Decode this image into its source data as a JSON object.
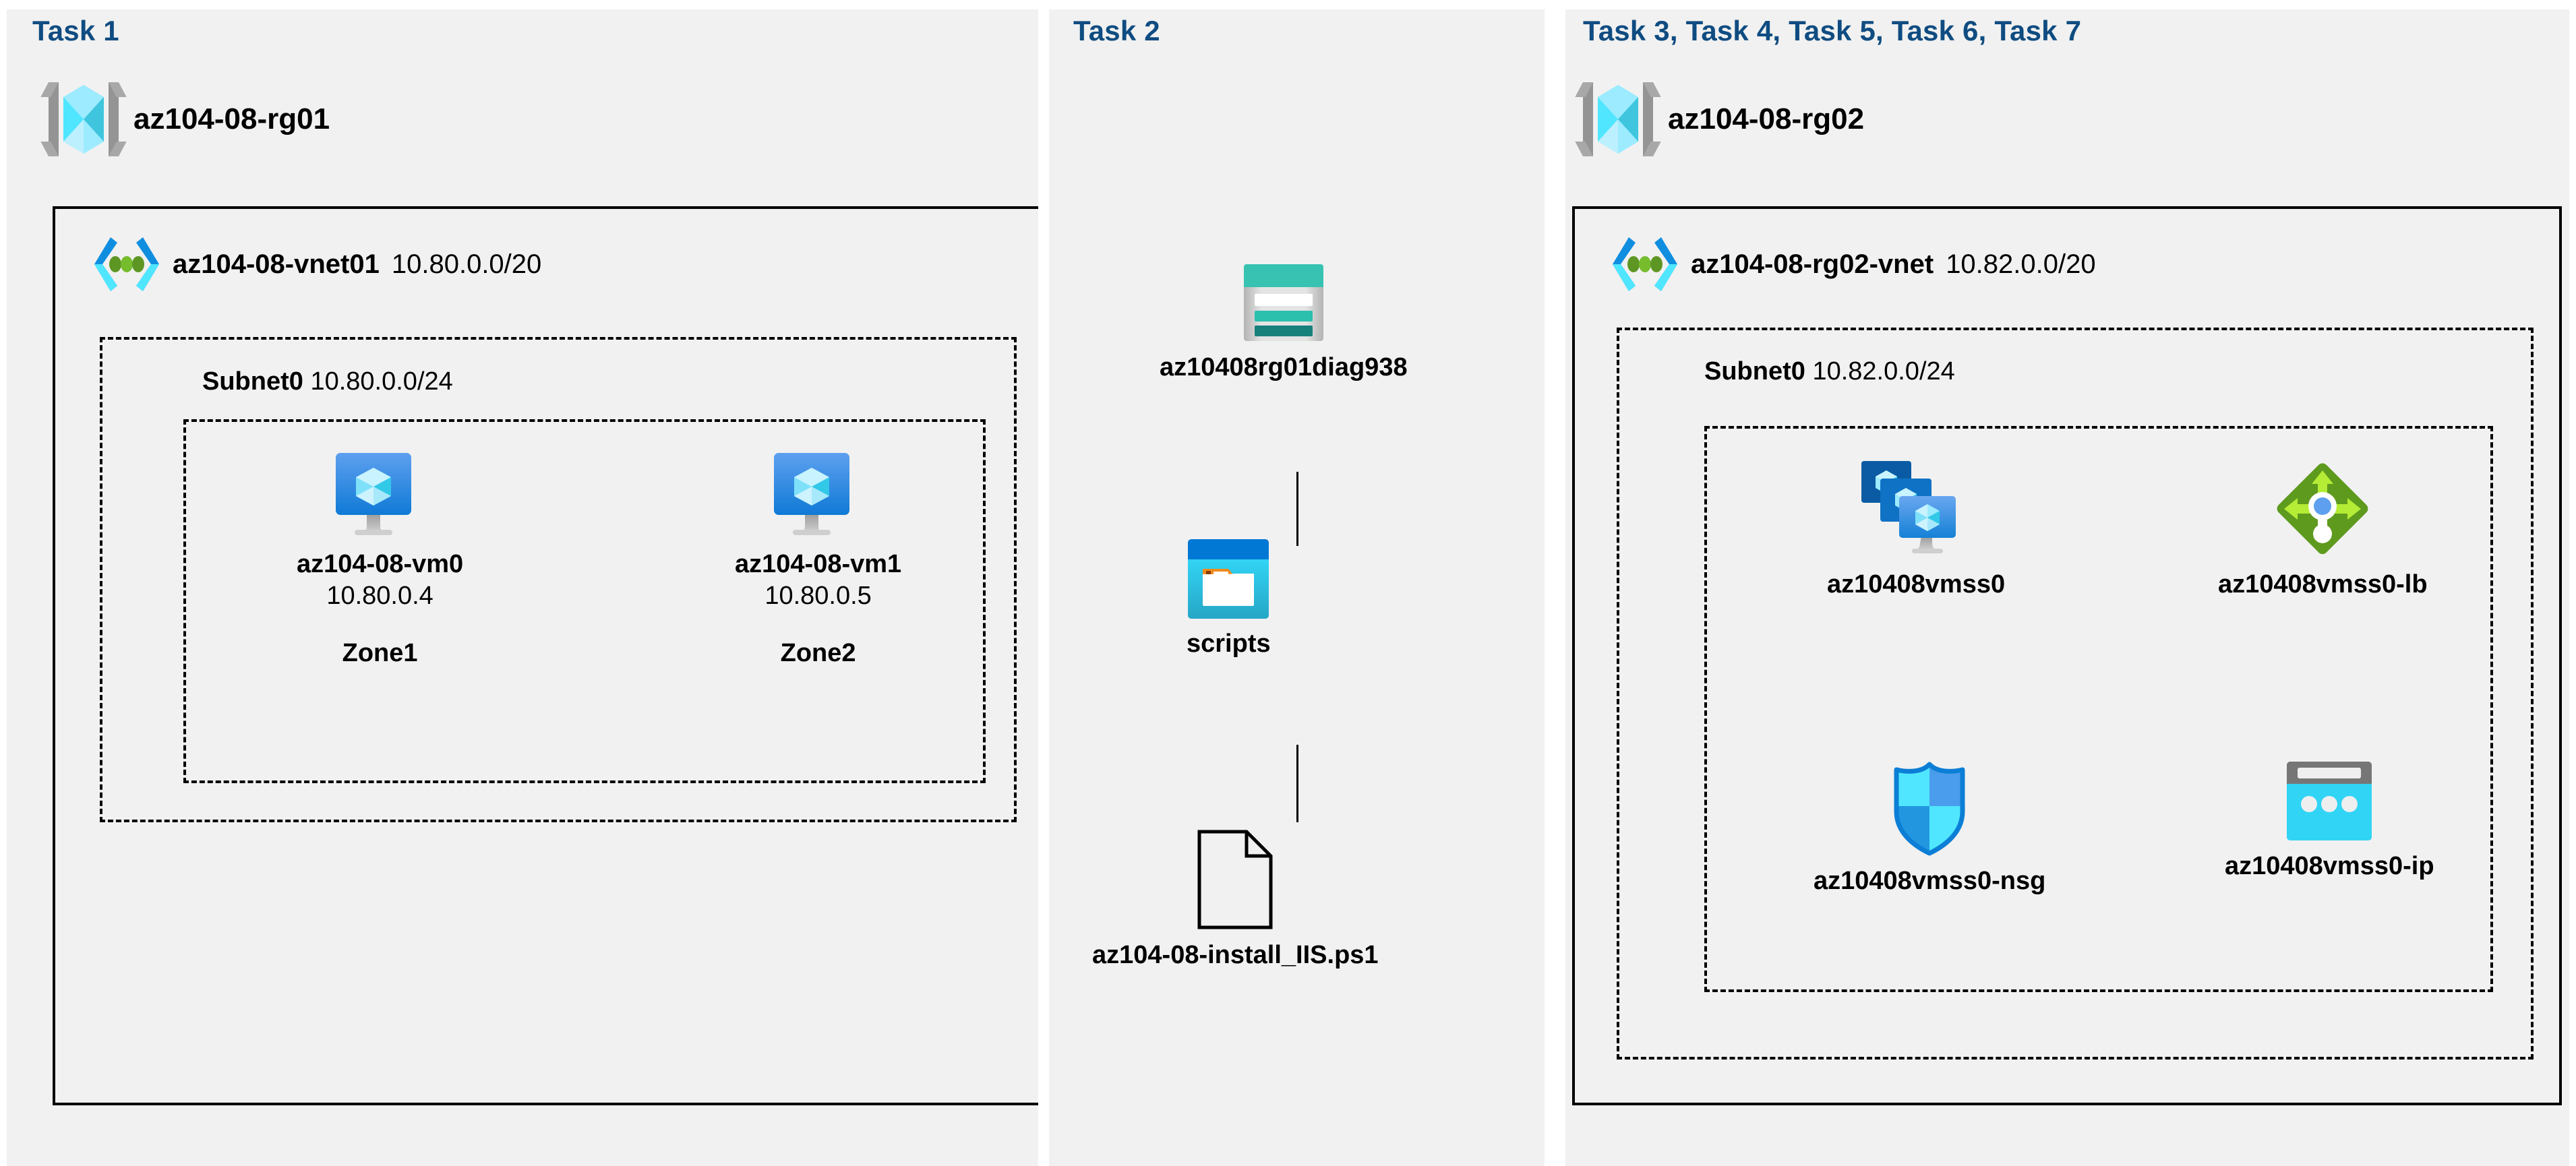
{
  "columns": [
    {
      "id": "task1",
      "heading": "Task 1"
    },
    {
      "id": "task2",
      "heading": "Task 2"
    },
    {
      "id": "task37",
      "heading": "Task 3, Task 4, Task 5, Task 6, Task 7"
    }
  ],
  "colors": {
    "panel_bg": "#f1f1f1",
    "page_bg": "#ffffff",
    "heading": "#0f4c81",
    "border": "#000000",
    "azure_blue": "#0078d4",
    "azure_cyan": "#50e6ff",
    "vnet_green": "#5e9624",
    "lb_green": "#5e9a1e",
    "storage_teal": "#2bbfae",
    "storage_teal_dark": "#17807a",
    "ip_gray": "#767676"
  },
  "task1": {
    "resource_group": {
      "name": "az104-08-rg01",
      "icon": "resource-group-icon"
    },
    "vnet": {
      "name": "az104-08-vnet01",
      "cidr": "10.80.0.0/20",
      "icon": "virtual-network-icon"
    },
    "subnet": {
      "name": "Subnet0",
      "cidr": "10.80.0.0/24"
    },
    "vms": [
      {
        "name": "az104-08-vm0",
        "ip": "10.80.0.4",
        "zone": "Zone1",
        "icon": "virtual-machine-icon"
      },
      {
        "name": "az104-08-vm1",
        "ip": "10.80.0.5",
        "zone": "Zone2",
        "icon": "virtual-machine-icon"
      }
    ]
  },
  "task2": {
    "storage_account": {
      "name": "az10408rg01diag938",
      "icon": "storage-account-icon"
    },
    "container": {
      "name": "scripts",
      "icon": "blob-container-icon"
    },
    "file": {
      "name": "az104-08-install_IIS.ps1",
      "icon": "script-file-icon"
    }
  },
  "task37": {
    "resource_group": {
      "name": "az104-08-rg02",
      "icon": "resource-group-icon"
    },
    "vnet": {
      "name": "az104-08-rg02-vnet",
      "cidr": "10.82.0.0/20",
      "icon": "virtual-network-icon"
    },
    "subnet": {
      "name": "Subnet0",
      "cidr": "10.82.0.0/24"
    },
    "resources": [
      {
        "name": "az10408vmss0",
        "icon": "vm-scale-set-icon"
      },
      {
        "name": "az10408vmss0-lb",
        "icon": "load-balancer-icon"
      },
      {
        "name": "az10408vmss0-nsg",
        "icon": "network-security-group-icon"
      },
      {
        "name": "az10408vmss0-ip",
        "icon": "public-ip-address-icon"
      }
    ]
  }
}
